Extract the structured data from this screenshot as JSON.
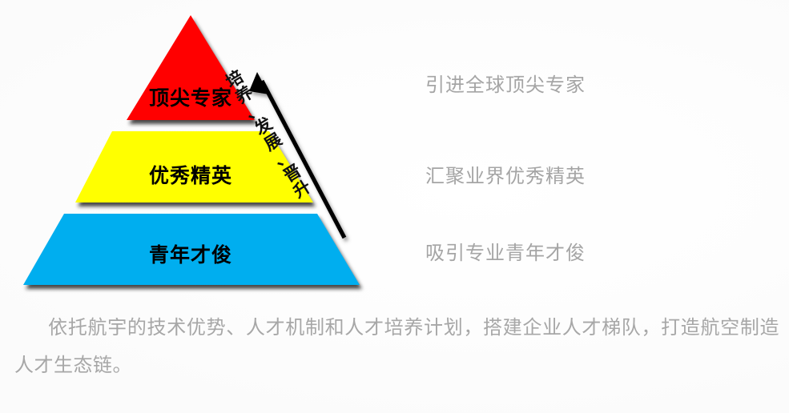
{
  "diagram": {
    "type": "pyramid",
    "title_alt": "人才梯队金字塔",
    "levels": [
      {
        "id": "top",
        "label": "顶尖专家",
        "color": "#ff0000",
        "note": "引进全球顶尖专家"
      },
      {
        "id": "middle",
        "label": "优秀精英",
        "color": "#ffff00",
        "note": "汇聚业界优秀精英"
      },
      {
        "id": "bottom",
        "label": "青年才俊",
        "color": "#00aeef",
        "note": "吸引专业青年才俊"
      }
    ],
    "arrow": {
      "label": "培养、发展、晋升",
      "direction": "up",
      "color": "#000000"
    },
    "note_color": "#a5a5a5"
  },
  "summary": {
    "indent_marker": "",
    "text": "依托航宇的技术优势、人才机制和人才培养计划，搭建企业人才梯队，打造航空制造人才生态链。",
    "color": "#a7a7a7"
  }
}
